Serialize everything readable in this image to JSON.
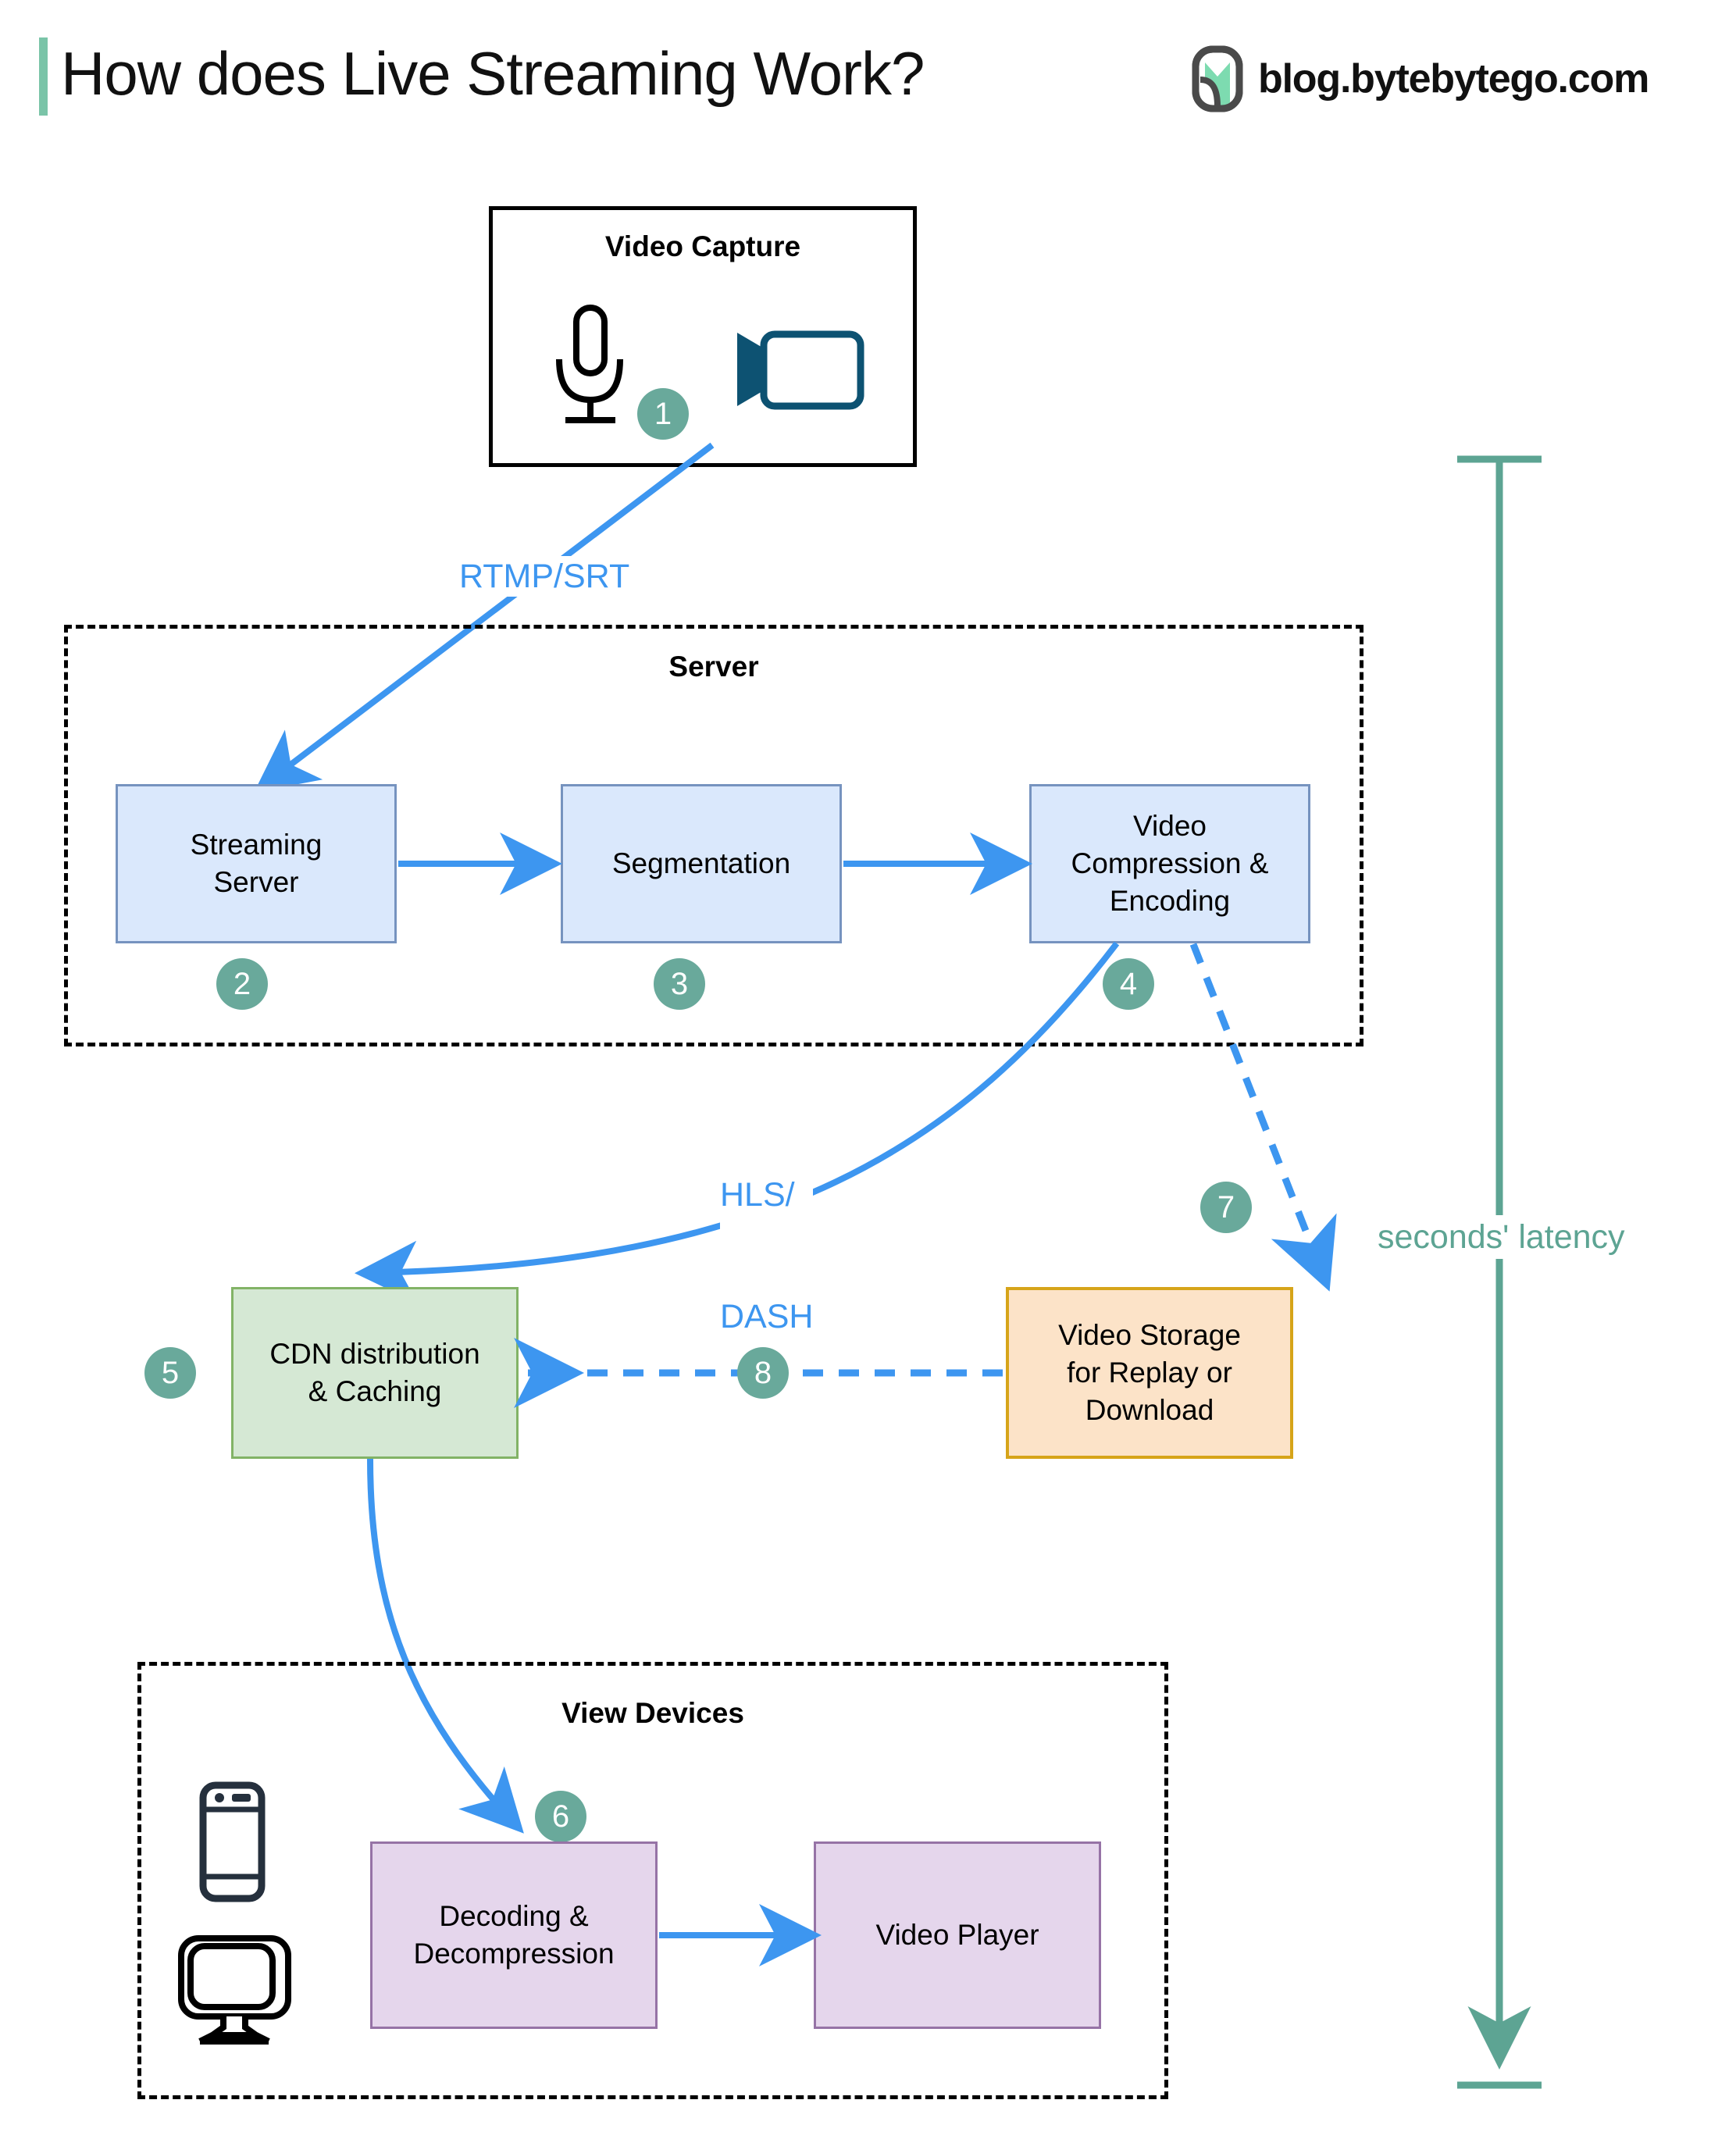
{
  "header": {
    "title": "How does Live Streaming Work?",
    "logo_text": "blog.bytebytego.com",
    "accent_color": "#7ac4a8",
    "logo_icon": "bytebytego-logo-icon"
  },
  "groups": [
    {
      "id": "video-capture",
      "label": "Video Capture",
      "border_style": "solid",
      "border_color": "#000000"
    },
    {
      "id": "server",
      "label": "Server",
      "border_style": "dashed",
      "border_color": "#000000"
    },
    {
      "id": "view-devices",
      "label": "View Devices",
      "border_style": "dashed",
      "border_color": "#000000"
    }
  ],
  "nodes": [
    {
      "id": "streaming-server",
      "label": "Streaming\nServer",
      "fill": "#dae8fc",
      "stroke": "#7693bf"
    },
    {
      "id": "segmentation",
      "label": "Segmentation",
      "fill": "#dae8fc",
      "stroke": "#7693bf"
    },
    {
      "id": "video-compression",
      "label": "Video\nCompression &\nEncoding",
      "fill": "#dae8fc",
      "stroke": "#7693bf"
    },
    {
      "id": "cdn",
      "label": "CDN distribution\n& Caching",
      "fill": "#d5e8d4",
      "stroke": "#82b366"
    },
    {
      "id": "video-storage",
      "label": "Video Storage\nfor Replay or\nDownload",
      "fill": "#fce3c8",
      "stroke": "#d6a419"
    },
    {
      "id": "decoding",
      "label": "Decoding &\nDecompression",
      "fill": "#e5d6ec",
      "stroke": "#9673a6"
    },
    {
      "id": "video-player",
      "label": "Video Player",
      "fill": "#e5d6ec",
      "stroke": "#9673a6"
    }
  ],
  "badges": [
    {
      "id": "badge-1",
      "number": "1",
      "color": "#69a99b"
    },
    {
      "id": "badge-2",
      "number": "2",
      "color": "#69a99b"
    },
    {
      "id": "badge-3",
      "number": "3",
      "color": "#69a99b"
    },
    {
      "id": "badge-4",
      "number": "4",
      "color": "#69a99b"
    },
    {
      "id": "badge-5",
      "number": "5",
      "color": "#69a99b"
    },
    {
      "id": "badge-6",
      "number": "6",
      "color": "#69a99b"
    },
    {
      "id": "badge-7",
      "number": "7",
      "color": "#69a99b"
    },
    {
      "id": "badge-8",
      "number": "8",
      "color": "#69a99b"
    }
  ],
  "edge_labels": {
    "rtmp_srt": "RTMP/SRT",
    "hls_line1": "HLS/",
    "hls_line2": "DASH",
    "edge_color": "#3d96f0"
  },
  "annotations": {
    "latency": "seconds' latency",
    "latency_color": "#5da493"
  },
  "icons": {
    "microphone": "microphone-icon",
    "camera": "video-camera-icon",
    "phone": "mobile-phone-icon",
    "monitor": "desktop-monitor-icon"
  }
}
